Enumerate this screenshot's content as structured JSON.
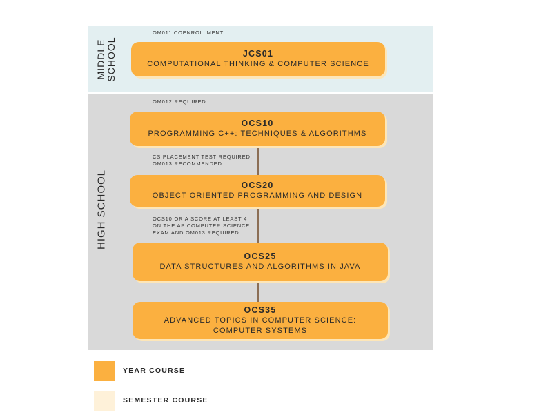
{
  "sections": {
    "middle_school": [
      "MIDDLE",
      "SCHOOL"
    ],
    "high_school": "HIGH SCHOOL"
  },
  "notes": {
    "jcs01": [
      "OM011 COENROLLMENT"
    ],
    "ocs10": [
      "OM012 REQUIRED"
    ],
    "ocs20": [
      "CS PLACEMENT TEST REQUIRED;",
      "OM013 RECOMMENDED"
    ],
    "ocs25": [
      "OCS10 OR A SCORE AT LEAST 4",
      "ON THE AP COMPUTER SCIENCE",
      "EXAM AND OM013 REQUIRED"
    ]
  },
  "courses": [
    {
      "code": "JCS01",
      "title": "COMPUTATIONAL THINKING & COMPUTER SCIENCE",
      "type": "year"
    },
    {
      "code": "OCS10",
      "title": "PROGRAMMING C++: TECHNIQUES & ALGORITHMS",
      "type": "year"
    },
    {
      "code": "OCS20",
      "title": "OBJECT ORIENTED PROGRAMMING AND DESIGN",
      "type": "year"
    },
    {
      "code": "OCS25",
      "title": "DATA STRUCTURES AND ALGORITHMS IN JAVA",
      "type": "year"
    },
    {
      "code": "OCS35",
      "title": "ADVANCED TOPICS IN COMPUTER SCIENCE: COMPUTER SYSTEMS",
      "type": "year"
    }
  ],
  "legend": [
    {
      "label": "YEAR COURSE",
      "color": "#fbb040"
    },
    {
      "label": "SEMESTER COURSE",
      "color": "#fef1d9"
    }
  ],
  "colors": {
    "middle_school_band": "#e3eff1",
    "high_school_band": "#d9d9d9",
    "year_course": "#fbb040",
    "semester_course": "#fef1d9",
    "connector": "#8b6e55"
  }
}
